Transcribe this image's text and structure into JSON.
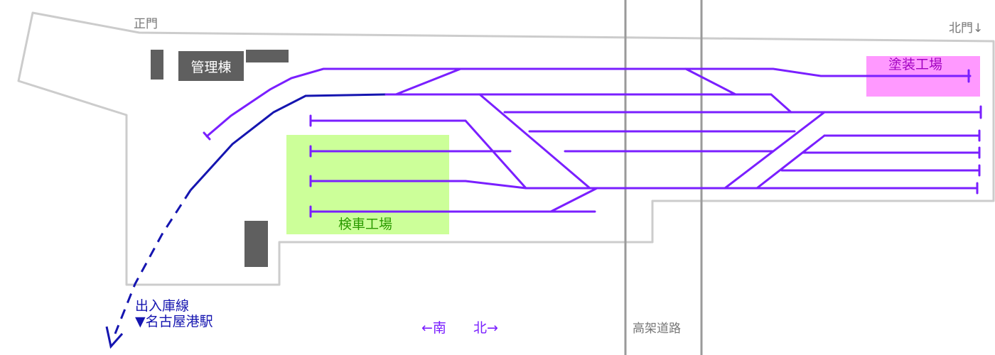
{
  "labels": {
    "main_gate": "正門",
    "north_gate": "北門↓",
    "admin_building": "管理棟",
    "inspection_shop": "検車工場",
    "paint_shop": "塗装工場",
    "depot_line": "出入庫線",
    "nagoyako_station": "▼名古屋港駅",
    "south": "←南",
    "north": "北→",
    "elevated_road": "高架道路"
  },
  "colors": {
    "track": "#7a1fff",
    "depot_line": "#1515b0",
    "boundary": "#cccccc",
    "road": "#9a9a9a",
    "building": "#5f5f5f",
    "inspection_fill": "#ccff99",
    "inspection_text": "#2a9a00",
    "paint_fill": "#ff99ff",
    "paint_text": "#a000c0",
    "label_dark_blue": "#1515b0",
    "compass_text": "#7a1fff"
  }
}
